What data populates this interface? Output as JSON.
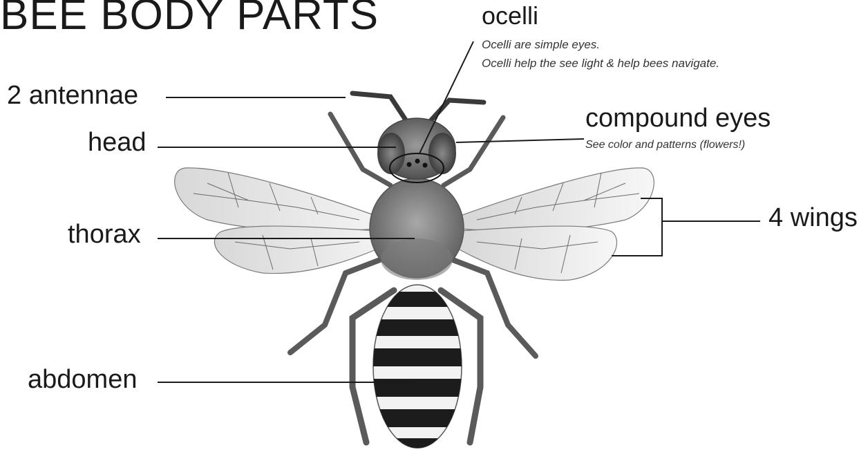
{
  "title": "BEE BODY PARTS",
  "labels": {
    "antennae": "2 antennae",
    "head": "head",
    "thorax": "thorax",
    "abdomen": "abdomen",
    "ocelli": "ocelli",
    "ocelli_note_1": "Ocelli are simple eyes.",
    "ocelli_note_2": "Ocelli help the see light & help bees navigate.",
    "compound_eyes": "compound eyes",
    "compound_eyes_note": "See color and patterns (flowers!)",
    "wings": "4 wings"
  },
  "colors": {
    "ink": "#1a1a1a",
    "stripe": "#1c1c1c",
    "wing": "#e6e6e6"
  }
}
